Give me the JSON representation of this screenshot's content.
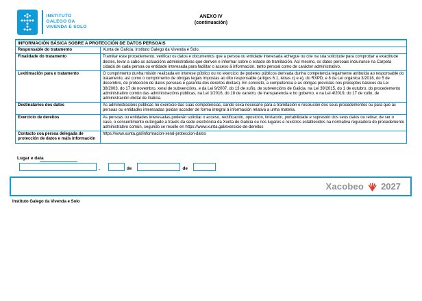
{
  "header": {
    "logo_org": "INSTITUTO\nGALEGO DA\nVIVENDA E SOLO",
    "annex_title": "ANEXO IV",
    "annex_subtitle": "(continuación)"
  },
  "table": {
    "title": "INFORMACIÓN BÁSICA SOBRE A PROTECCIÓN DE DATOS PERSOAIS",
    "rows": [
      {
        "label": "Responsable do tratamento",
        "value": "Xunta de Galicia. Instituto Galego da Vivenda e Solo."
      },
      {
        "label": "Finalidade do tratamento",
        "value": "Tramitar este procedemento, verificar os datos e documentos que a persoa ou entidade interesada achegue ou cite na súa solicitude para comprobar a exactitude destes, levar a cabo as actuacións administrativas que deriven e informar sobre o estado de tramitación. Así mesmo, os datos persoais incluiranse na Carpeta cidadá de cada persoa ou entidade interesada para facilitar o acceso á información, tanto persoal como de carácter administrativo."
      },
      {
        "label": "Lexitimación para o tratamento",
        "value": "O cumprimento dunha misión realizada en interese público ou no exercicio de poderes públicos derivada dunha competencia legalmente atribuída ao responsable do tratamento, así como o cumprimento de obrigas legais impostas ao dito responsable (artigos 6.1, letras c) e e), do RXPD, e 8 da Lei orgánica 3/2018, do 5 de decembro, de protección de datos persoais e garantía dos dereitos dixitais). En concreto, a competencia e as obrigas previstas nos preceptos básicos da Lei 38/2003, do 17 de novembro, xeral de subvencións, e da Lei 9/2007, do 13 de xuño, de subvencións de Galicia, na Lei 39/2015, do 1 de outubro, do procedemento administrativo común das administracións públicas, na Lei 1/2016, do 18 de xaneiro, de transparencia e bo goberno, e na Lei 4/2019, do 17 de xullo, de administración dixital de Galicia."
      },
      {
        "label": "Destinatarios dos datos",
        "value": "As administracións públicas no exercicio das súas competencias, cando sexa necesario para a tramitación e resolución dos seus procedementos ou para que as persoas ou entidades interesadas poidan acceder de forma integral á información relativa a unha materia."
      },
      {
        "label": "Exercicio de dereitos",
        "value": "As persoas ou entidades interesadas poderán solicitar o acceso, rectificación, oposición, limitación, portabilidade e supresión dos seus datos ou retirar, de ser o caso, o consentimento outorgado a través da sede electrónica da Xunta de Galicia ou nos lugares e rexistros establecidos na normativa reguladora do procedemento administrativo común, segundo se recolle en https://www.xunta.gal/exercicio-de-dereitos"
      },
      {
        "label": "Contacto coa persoa delegada de protección de datos e máis información",
        "value": "https://www.xunta.gal/informacion-xeral-proteccion-datos"
      }
    ]
  },
  "signature": {
    "label": "Lugar e data",
    "comma": ",",
    "de1": "de",
    "de2": "de",
    "place_value": "",
    "day_value": "",
    "month_value": "",
    "year_value": ""
  },
  "footer": {
    "xacobeo_word": "Xacobeo",
    "xacobeo_year": "2027",
    "org_name": "Instituto Galego da Vivenda e Solo"
  },
  "colors": {
    "accent_blue": "#0f9bd7",
    "xacobeo_gray": "#8d9296",
    "shell_red": "#d6402f"
  }
}
